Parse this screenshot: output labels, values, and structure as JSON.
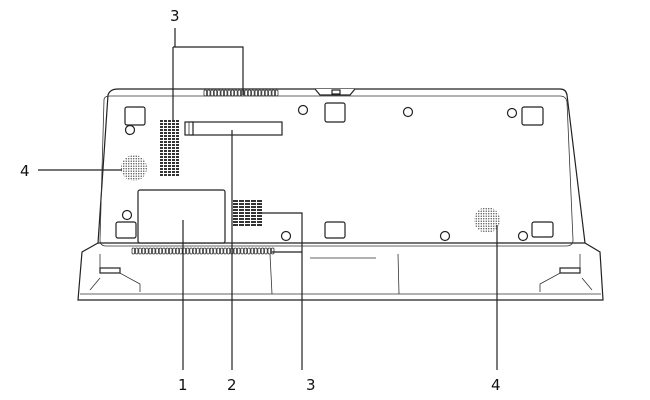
{
  "callouts": {
    "top_vent": "3",
    "left_speaker": "4",
    "memory_cover": "1",
    "card_slot": "2",
    "bottom_vent": "3",
    "right_speaker": "4"
  },
  "colors": {
    "line": "#222222",
    "background": "#ffffff"
  }
}
